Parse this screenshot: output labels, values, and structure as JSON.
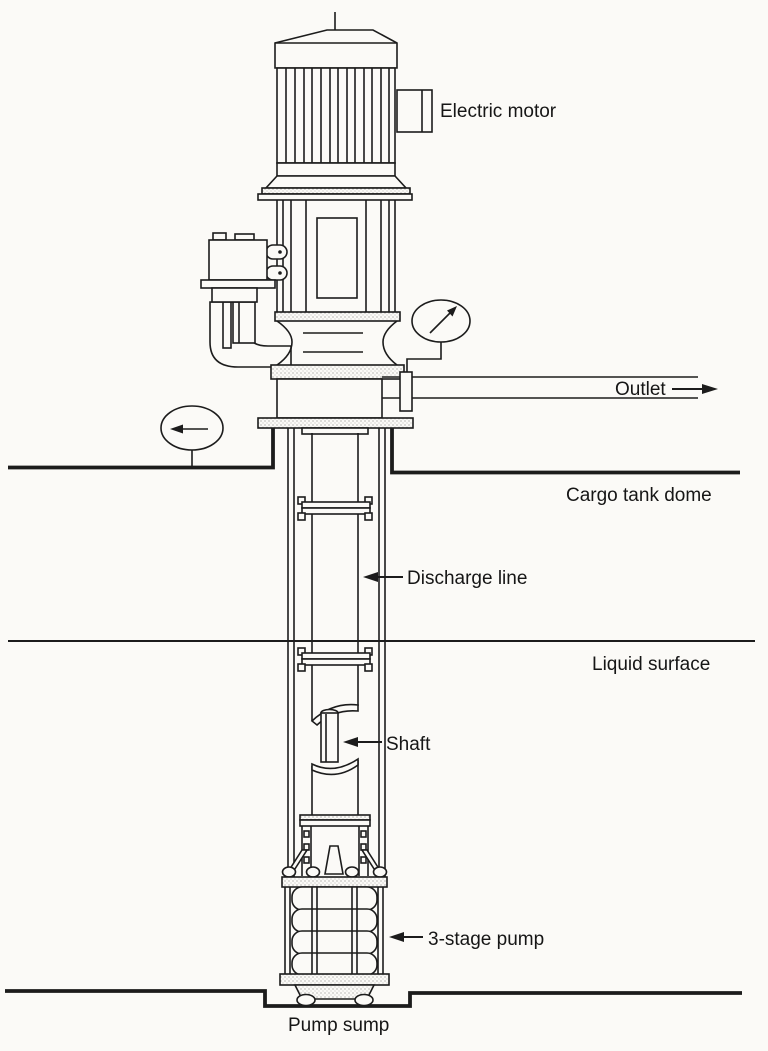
{
  "diagram": {
    "labels": {
      "electric_motor": "Electric motor",
      "outlet": "Outlet",
      "cargo_tank_dome": "Cargo tank dome",
      "discharge_line": "Discharge line",
      "liquid_surface": "Liquid surface",
      "shaft": "Shaft",
      "three_stage_pump": "3-stage pump",
      "pump_sump": "Pump sump"
    },
    "colors": {
      "line": "#1c1c1c",
      "background": "#fbfaf7"
    }
  }
}
